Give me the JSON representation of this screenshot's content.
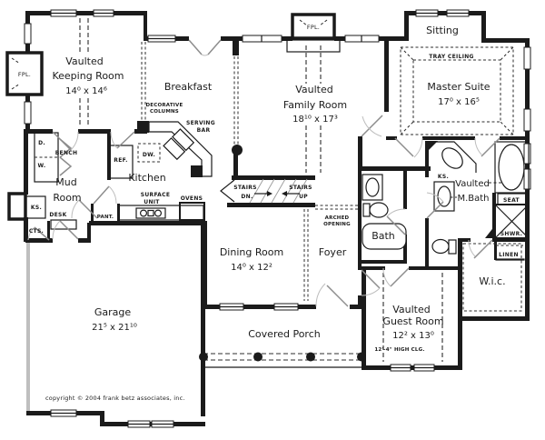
{
  "rooms": {
    "keeping": {
      "name1": "Vaulted",
      "name2": "Keeping Room",
      "dims": "14⁰ x 14⁶"
    },
    "breakfast": {
      "name": "Breakfast"
    },
    "family": {
      "name1": "Vaulted",
      "name2": "Family Room",
      "dims": "18¹⁰ x 17³"
    },
    "sitting": {
      "name": "Sitting"
    },
    "master": {
      "name": "Master Suite",
      "dims": "17⁰ x 16⁵",
      "ceiling": "TRAY CEILING"
    },
    "kitchen": {
      "name": "Kitchen"
    },
    "mud": {
      "name1": "Mud",
      "name2": "Room"
    },
    "dining": {
      "name": "Dining Room",
      "dims": "14⁰ x 12²"
    },
    "foyer": {
      "name": "Foyer"
    },
    "bath": {
      "name": "Bath"
    },
    "mbath": {
      "name1": "Vaulted",
      "name2": "M.Bath"
    },
    "wic": {
      "name": "W.i.c."
    },
    "guest": {
      "name1": "Vaulted",
      "name2": "Guest Room",
      "dims": "12² x 13⁰",
      "ceiling": "12'-4\" HIGH CLG."
    },
    "garage": {
      "name": "Garage",
      "dims": "21⁵ x 21¹⁰"
    },
    "porch": {
      "name": "Covered Porch"
    }
  },
  "labels": {
    "fireplace": "FPL.",
    "fireplace2": "FPL.",
    "decorative1": "DECORATIVE",
    "decorative2": "COLUMNS",
    "serving1": "SERVING",
    "serving2": "BAR",
    "dishwasher": "DW.",
    "refrigerator": "REF.",
    "bench": "BENCH",
    "dryer": "D.",
    "washer": "W.",
    "kitchen_sink": "KS.",
    "master_sink": "KS.",
    "desk": "DESK",
    "coats": "CTS.",
    "pantry": "PANT.",
    "surface1": "SURFACE",
    "surface2": "UNIT",
    "ovens": "OVENS",
    "stairs_down1": "STAIRS",
    "stairs_down2": "DN.",
    "stairs_up1": "STAIRS",
    "stairs_up2": "UP",
    "arched1": "ARCHED",
    "arched2": "OPENING",
    "seat": "SEAT",
    "shower": "SHWR.",
    "linen": "LINEN"
  },
  "footer": {
    "copyright": "copyright © 2004 frank betz associates, inc."
  }
}
